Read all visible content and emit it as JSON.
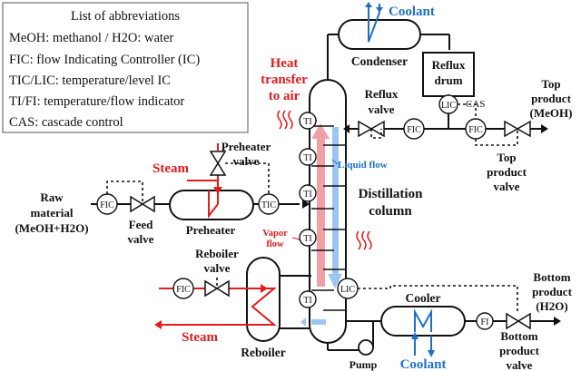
{
  "abbrev_box": {
    "title": "List of abbreviations",
    "lines": [
      "MeOH: methanol / H2O: water",
      "FIC: flow Indicating Controller (IC)",
      "TIC/LIC: temperature/level IC",
      "TI/FI: temperature/flow indicator",
      "CAS: cascade control"
    ]
  },
  "labels": {
    "coolant_top": "Coolant",
    "condenser": "Condenser",
    "reflux_drum": [
      "Reflux",
      "drum"
    ],
    "reflux_valve": [
      "Reflux",
      "valve"
    ],
    "top_product": [
      "Top",
      "product",
      "(MeOH)"
    ],
    "top_product_valve": [
      "Top",
      "product",
      "valve"
    ],
    "cas": "CAS",
    "heat_transfer": [
      "Heat",
      "transfer",
      "to air"
    ],
    "liquid_flow": "Liquid flow",
    "vapor_flow": [
      "Vapor",
      "flow"
    ],
    "distillation": [
      "Distillation",
      "column"
    ],
    "steam_top": "Steam",
    "preheater_valve": [
      "Preheater",
      "valve"
    ],
    "preheater": "Preheater",
    "raw_material": [
      "Raw",
      "material",
      "(MeOH+H2O)"
    ],
    "feed_valve": [
      "Feed",
      "valve"
    ],
    "reboiler_valve": [
      "Reboiler",
      "valve"
    ],
    "steam_bottom": "Steam",
    "reboiler": "Reboiler",
    "pump": "Pump",
    "cooler": "Cooler",
    "coolant_bottom": "Coolant",
    "bottom_product": [
      "Bottom",
      "product",
      "(H2O)"
    ],
    "bottom_product_valve": [
      "Bottom",
      "product",
      "valve"
    ]
  },
  "instruments": {
    "fic_feed": "FIC",
    "tic_preheater": "TIC",
    "fic_reflux": "FIC",
    "fic_top": "FIC",
    "lic_drum": "LIC",
    "lic_column": "LIC",
    "fic_reboiler": "FIC",
    "fi_bottom": "FI",
    "ti": "TI"
  },
  "colors": {
    "steam_red": "#e21b1b",
    "coolant_blue": "#1f6fc6",
    "vapor_pink": "#f2a0a8",
    "liquid_blue": "#9cc6f2"
  }
}
